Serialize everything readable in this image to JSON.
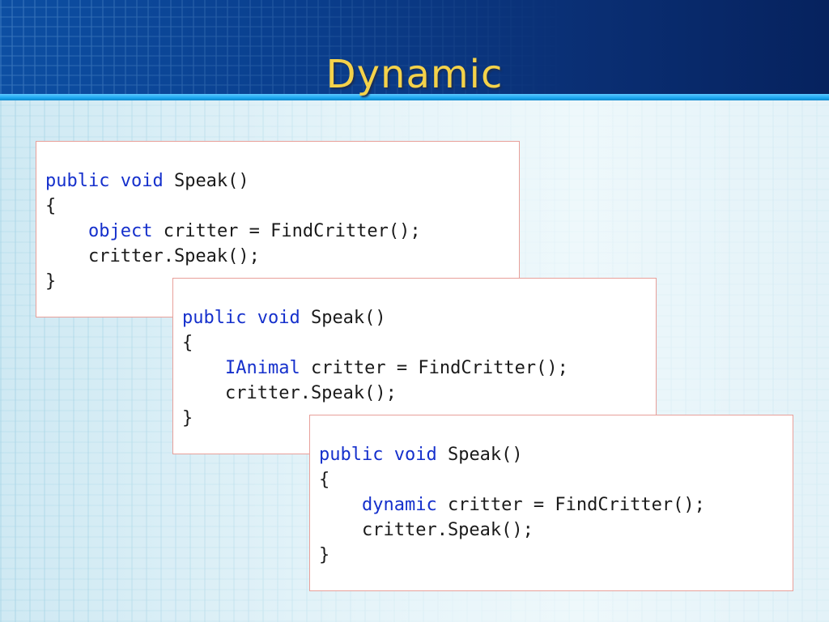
{
  "slide": {
    "title": "Dynamic"
  },
  "code_blocks": [
    {
      "line1_kw": "public void",
      "line1_rest": " Speak()",
      "line2": "{",
      "line3_indent": "    ",
      "line3_kw": "object",
      "line3_rest": " critter = FindCritter();",
      "line4": "    critter.Speak();",
      "line5": "}"
    },
    {
      "line1_kw": "public void",
      "line1_rest": " Speak()",
      "line2": "{",
      "line3_indent": "    ",
      "line3_kw": "IAnimal",
      "line3_rest": " critter = FindCritter();",
      "line4": "    critter.Speak();",
      "line5": "}"
    },
    {
      "line1_kw": "public void",
      "line1_rest": " Speak()",
      "line2": "{",
      "line3_indent": "    ",
      "line3_kw": "dynamic",
      "line3_rest": " critter = FindCritter();",
      "line4": "    critter.Speak();",
      "line5": "}"
    }
  ],
  "colors": {
    "keyword": "#1530cc",
    "title": "#f4d24a",
    "box_border": "#e8a09a"
  }
}
